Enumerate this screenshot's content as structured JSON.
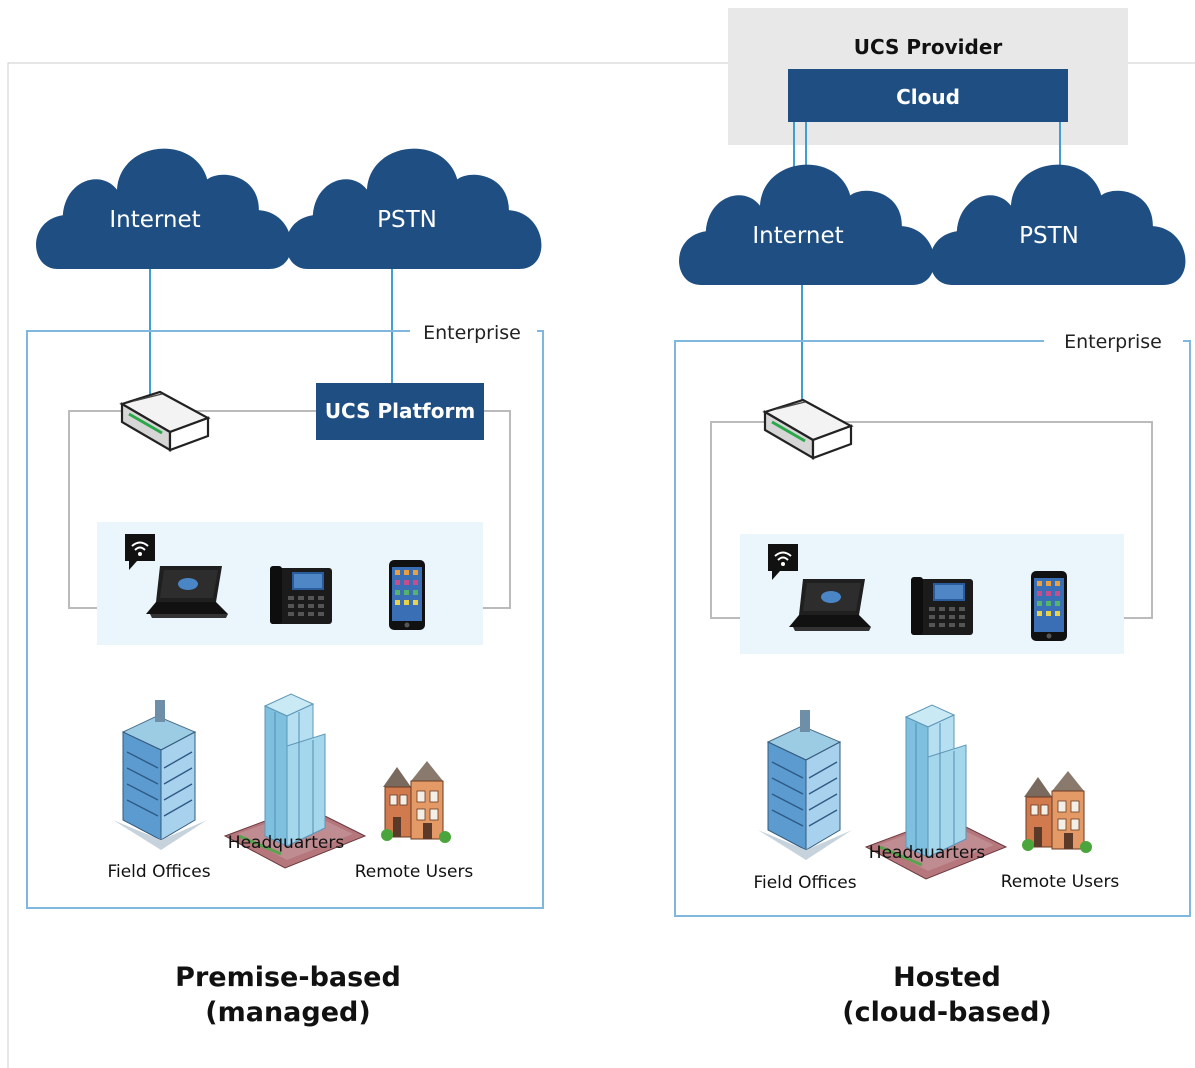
{
  "colors": {
    "navy": "#1f4f82",
    "connector": "#3f9fd0",
    "enterprise_border": "#7fb8dc",
    "lan_border": "#bbbbbb",
    "device_panel": "#eaf6fb",
    "provider_panel": "#e8e8e8"
  },
  "provider": {
    "title": "UCS Provider",
    "cloud_label": "Cloud"
  },
  "premise": {
    "clouds": {
      "internet": "Internet",
      "pstn": "PSTN"
    },
    "enterprise_label": "Enterprise",
    "platform_label": "UCS Platform",
    "sites": {
      "field": "Field Offices",
      "hq": "Headquarters",
      "remote": "Remote Users"
    },
    "caption_line1": "Premise-based",
    "caption_line2": "(managed)"
  },
  "hosted": {
    "clouds": {
      "internet": "Internet",
      "pstn": "PSTN"
    },
    "enterprise_label": "Enterprise",
    "sites": {
      "field": "Field Offices",
      "hq": "Headquarters",
      "remote": "Remote Users"
    },
    "caption_line1": "Hosted",
    "caption_line2": "(cloud-based)"
  },
  "icons": [
    "router-icon",
    "wifi-icon",
    "laptop-icon",
    "desk-phone-icon",
    "smartphone-icon",
    "office-building-icon",
    "skyscraper-icon",
    "townhouse-icon"
  ]
}
